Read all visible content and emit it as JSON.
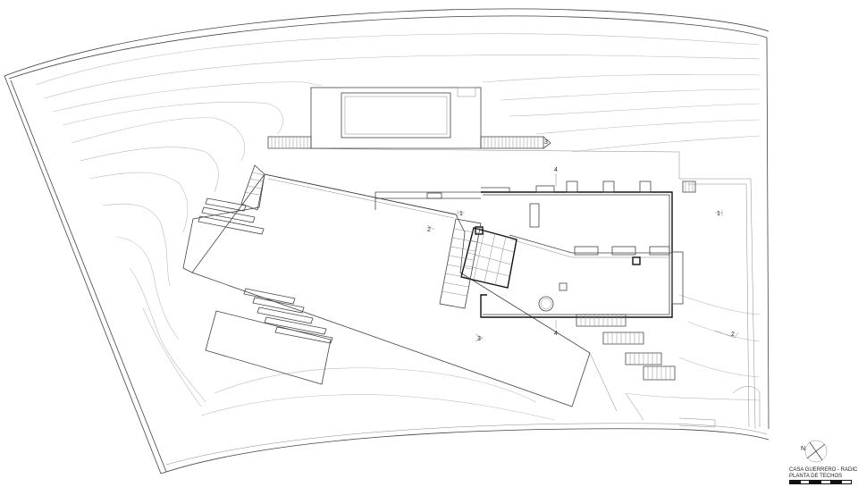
{
  "drawing": {
    "title": "CASA GUERRERO - RADIC",
    "subtitle": "PLANTA DE TECHOS",
    "north_symbol": "N"
  },
  "labels": [
    {
      "id": "section-1-left",
      "text": "1"
    },
    {
      "id": "section-1-right",
      "text": "1"
    },
    {
      "id": "section-2-top",
      "text": "2"
    },
    {
      "id": "section-2-right",
      "text": "2"
    },
    {
      "id": "section-3-top",
      "text": "3"
    },
    {
      "id": "section-3-bottom",
      "text": "3"
    },
    {
      "id": "section-4-top",
      "text": "4"
    },
    {
      "id": "section-4-bottom",
      "text": "4"
    }
  ]
}
